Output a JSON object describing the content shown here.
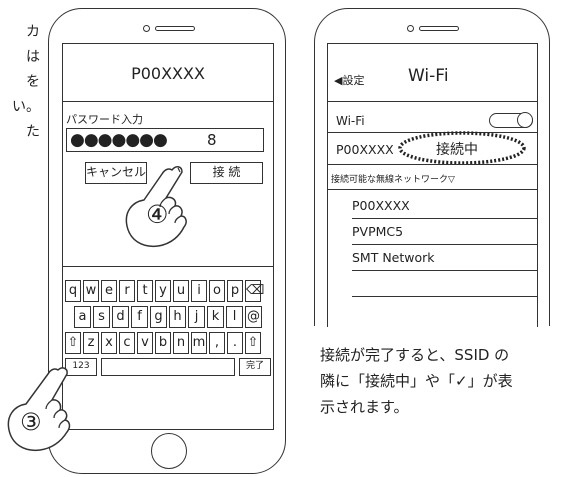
{
  "instruction_fragments": [
    "カ",
    "は",
    "を",
    "い。",
    "た"
  ],
  "left_phone": {
    "title": "P00XXXX",
    "password_label": "パスワード入力",
    "password_mask": "●●●●●●●",
    "password_last_char": "8",
    "cancel_button": "キャンセル",
    "connect_button": "接 続",
    "keyboard_rows": [
      [
        "q",
        "w",
        "e",
        "r",
        "t",
        "y",
        "u",
        "i",
        "o",
        "p",
        "⌫"
      ],
      [
        "a",
        "s",
        "d",
        "f",
        "g",
        "h",
        "j",
        "k",
        "l",
        "@"
      ],
      [
        "⇧",
        "z",
        "x",
        "c",
        "v",
        "b",
        "n",
        "m",
        ",",
        ".",
        "⇧"
      ]
    ],
    "numbers_key": "123",
    "done_key": "完了",
    "step_connect": "④",
    "step_type": "③"
  },
  "right_phone": {
    "back_label": "◀設定",
    "title": "Wi-Fi",
    "wifi_label": "Wi-Fi",
    "connected_ssid": "P00XXXX",
    "connected_status": "接続中",
    "available_header": "接続可能な無線ネットワーク▽",
    "networks": [
      "P00XXXX",
      "PVPMC5",
      "SMT Network"
    ]
  },
  "caption_lines": [
    "接続が完了すると、SSID の",
    "隣に「接続中」や「✓」が表",
    "示されます。"
  ]
}
